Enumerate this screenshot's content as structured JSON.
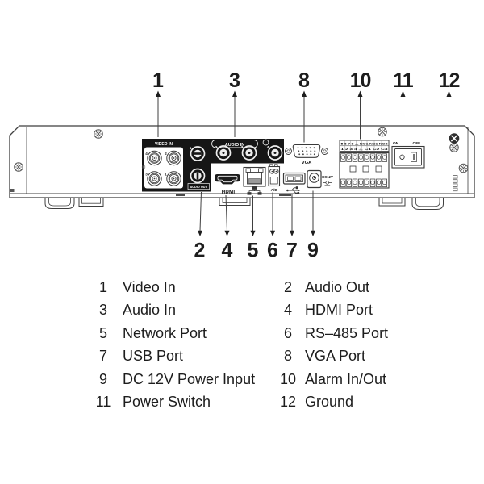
{
  "colors": {
    "line": "#3f3f3f",
    "panel_black": "#161616",
    "text": "#1d1d1d"
  },
  "device": {
    "video_in": {
      "label": "VIDEO IN",
      "bnc_labels": [
        "4",
        "2",
        "3",
        "1"
      ]
    },
    "audio_in": {
      "label": "AUDIO IN",
      "jack_labels": [
        "1",
        "2",
        "3",
        "4"
      ]
    },
    "audio_out": {
      "label": "AUDIO OUT"
    },
    "hdmi": {
      "label": "HDMI"
    },
    "rs485": {
      "label": "A/B"
    },
    "vga": {
      "label": "VGA"
    },
    "power_input": {
      "label": "DC12V"
    },
    "alarm": {
      "row1": "5 6 7 8 ⊥ NO1 NC1 NO2",
      "row2": "1 2 3 4 ⊥ C1 C2 C3"
    },
    "power_switch": {
      "on": "ON",
      "off": "OFF"
    }
  },
  "callouts": {
    "top": [
      {
        "num": "1"
      },
      {
        "num": "3"
      },
      {
        "num": "8"
      },
      {
        "num": "10"
      },
      {
        "num": "11"
      },
      {
        "num": "12"
      }
    ],
    "bottom": [
      {
        "num": "2"
      },
      {
        "num": "4"
      },
      {
        "num": "5"
      },
      {
        "num": "6"
      },
      {
        "num": "7"
      },
      {
        "num": "9"
      }
    ]
  },
  "legend": {
    "rows": [
      {
        "num": "1",
        "label": "Video In"
      },
      {
        "num": "2",
        "label": "Audio Out"
      },
      {
        "num": "3",
        "label": "Audio In"
      },
      {
        "num": "4",
        "label": "HDMI Port"
      },
      {
        "num": "5",
        "label": "Network Port"
      },
      {
        "num": "6",
        "label": "RS–485 Port"
      },
      {
        "num": "7",
        "label": "USB Port"
      },
      {
        "num": "8",
        "label": "VGA Port"
      },
      {
        "num": "9",
        "label": "DC 12V Power Input"
      },
      {
        "num": "10",
        "label": "Alarm In/Out"
      },
      {
        "num": "11",
        "label": "Power Switch"
      },
      {
        "num": "12",
        "label": "Ground"
      }
    ]
  }
}
